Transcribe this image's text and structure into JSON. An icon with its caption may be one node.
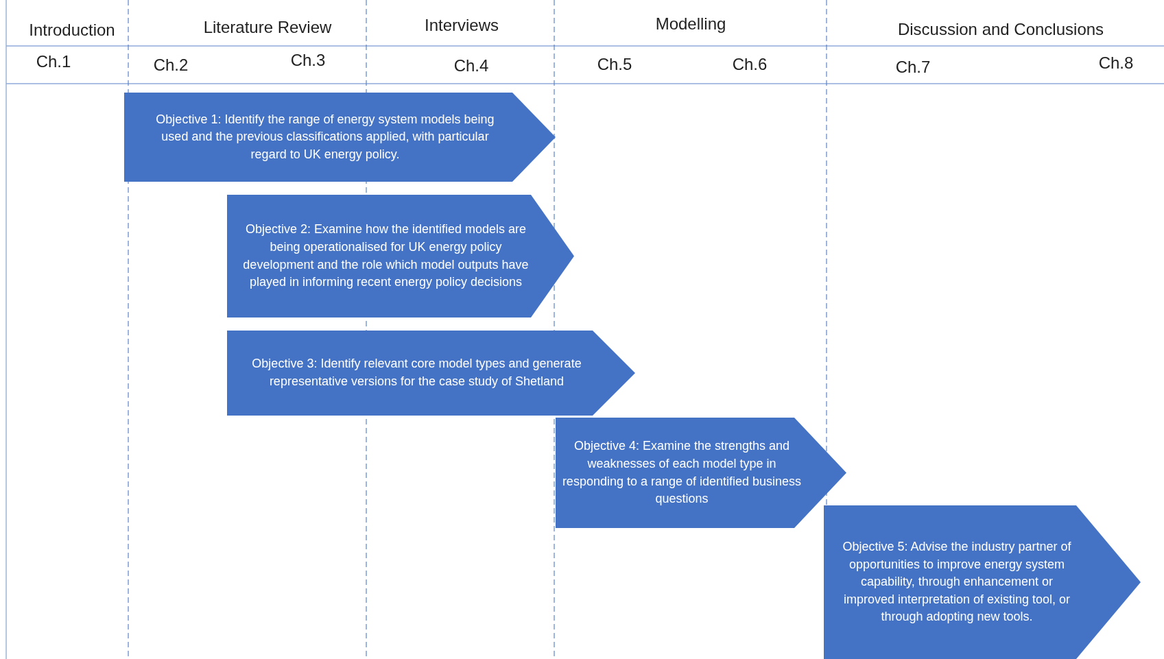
{
  "diagram": {
    "nodes": [
      {
        "text": [
          "Objective 1: Identify the range of energy system models being used and the previous classifications applied, with particular regard to UK energy policy."
        ]
      },
      {
        "text": [
          "Objective 2: Examine how the identified models are being operationalised for UK energy policy development and the role which model outputs have played in informing recent energy policy decisions"
        ]
      },
      {
        "text": [
          "Objective 3: Identify relevant core model types and generate representative versions for the case study of Shetland"
        ]
      },
      {
        "text": [
          "Objective 4: Examine the strengths and weaknesses of each model type in responding to a range of identified business questions"
        ]
      },
      {
        "text": [
          "Objective 5: Advise the industry partner of opportunities to improve energy system capability, through enhancement or improved interpretation of existing tool, or through adopting new tools."
        ]
      }
    ],
    "labels": [
      "Introduction",
      "Literature Review",
      "Interviews",
      "Modelling",
      "Discussion and Conclusions",
      "Ch.1",
      "Ch.2",
      "Ch.3",
      "Ch.4",
      "Ch.5",
      "Ch.6",
      "Ch.7",
      "Ch.8"
    ]
  }
}
